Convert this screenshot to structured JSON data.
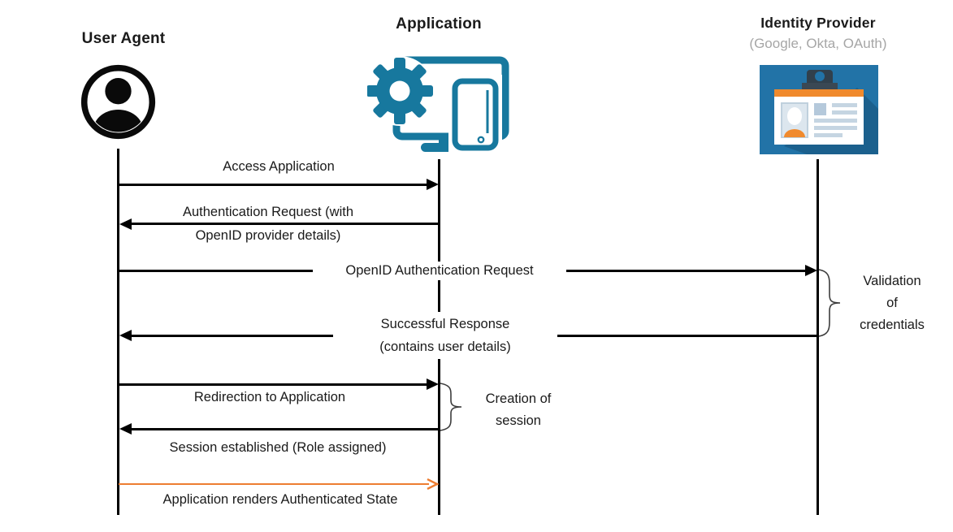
{
  "diagram_type": "sequence-diagram",
  "topic": "OpenID authentication flow",
  "actors": [
    {
      "name": "User Agent",
      "subtitle": "",
      "icon": "user-icon"
    },
    {
      "name": "Application",
      "subtitle": "",
      "icon": "gear-devices-icon"
    },
    {
      "name": "Identity Provider",
      "subtitle": "(Google, Okta, OAuth)",
      "icon": "id-card-icon"
    }
  ],
  "messages": [
    {
      "from": "User Agent",
      "to": "Application",
      "direction": "right",
      "color": "#000000",
      "lines": [
        "Access Application"
      ]
    },
    {
      "from": "Application",
      "to": "User Agent",
      "direction": "left",
      "color": "#000000",
      "lines": [
        "Authentication Request (with",
        "OpenID provider details)"
      ]
    },
    {
      "from": "User Agent",
      "to": "Identity Provider",
      "direction": "right",
      "color": "#000000",
      "lines": [
        "OpenID Authentication Request"
      ]
    },
    {
      "from": "Identity Provider",
      "to": "User Agent",
      "direction": "left",
      "color": "#000000",
      "lines": [
        "Successful Response",
        "(contains user details)"
      ]
    },
    {
      "from": "User Agent",
      "to": "Application",
      "direction": "right",
      "color": "#000000",
      "lines": [
        "Redirection to Application"
      ]
    },
    {
      "from": "Application",
      "to": "User Agent",
      "direction": "left",
      "color": "#000000",
      "lines": [
        "Session established (Role assigned)"
      ]
    },
    {
      "from": "User Agent",
      "to": "Application",
      "direction": "right",
      "color": "#ED7D31",
      "lines": [
        "Application renders Authenticated State"
      ]
    }
  ],
  "annotations": [
    {
      "target": "Identity Provider",
      "lines": [
        "Validation",
        "of",
        "credentials"
      ]
    },
    {
      "target": "Application",
      "lines": [
        "Creation of",
        "session"
      ]
    }
  ],
  "colors": {
    "arrow_black": "#000000",
    "arrow_orange": "#ED7D31",
    "app_icon_teal": "#17789E",
    "idp_background_blue": "#2273A7",
    "idp_accent_orange": "#F08A2D",
    "subtitle_gray": "#A6A6A6"
  }
}
